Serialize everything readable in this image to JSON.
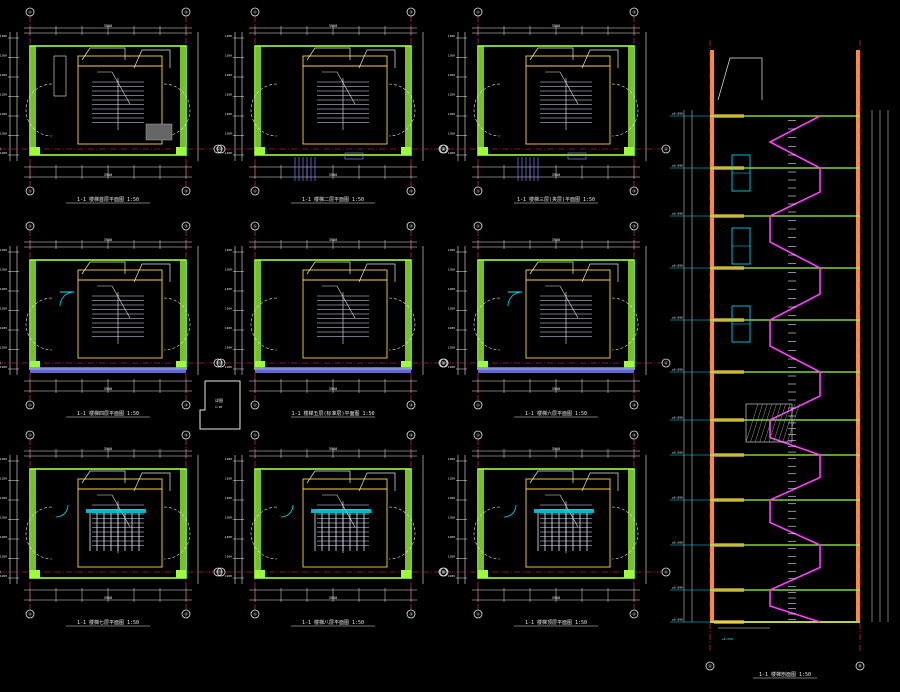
{
  "drawing": {
    "background": "#000000",
    "colors": {
      "wall": "#9cff3a",
      "axis": "#ff2a6d",
      "dim": "#e8e8e8",
      "stair": "#e8e8ff",
      "core": "#ffd24a",
      "rail": "#ff3cff",
      "dash": "#8080ff",
      "cyan": "#00e5ff",
      "yellowDim": "#ffff66",
      "orange": "#ff8a3c"
    },
    "plans": [
      {
        "label": "1-1 楼梯首层平面图",
        "scale": "1:50",
        "variant": "ground"
      },
      {
        "label": "1-1 楼梯二层平面图",
        "scale": "1:50",
        "variant": "upper"
      },
      {
        "label": "1-1 楼梯三层(夹层)平面图",
        "scale": "1:50",
        "variant": "upper"
      },
      {
        "label": "1-1 楼梯四层平面图",
        "scale": "1:50",
        "variant": "door"
      },
      {
        "label": "1-1 楼梯五层(标准层)平面图",
        "scale": "1:50",
        "variant": "bar"
      },
      {
        "label": "1-1 楼梯六层平面图",
        "scale": "1:50",
        "variant": "door"
      },
      {
        "label": "1-1 楼梯七层平面图",
        "scale": "1:50",
        "variant": "stairs"
      },
      {
        "label": "1-1 楼梯八层平面图",
        "scale": "1:50",
        "variant": "stairs"
      },
      {
        "label": "1-1 楼梯顶层平面图",
        "scale": "1:50",
        "variant": "stairs"
      }
    ],
    "detail": {
      "label": "详图",
      "scale": "1:20"
    },
    "section": {
      "label": "1-1 楼梯剖面图",
      "scale": "1:50"
    },
    "axisMarks": [
      "①",
      "③",
      "Ⓐ",
      "Ⓑ"
    ]
  }
}
